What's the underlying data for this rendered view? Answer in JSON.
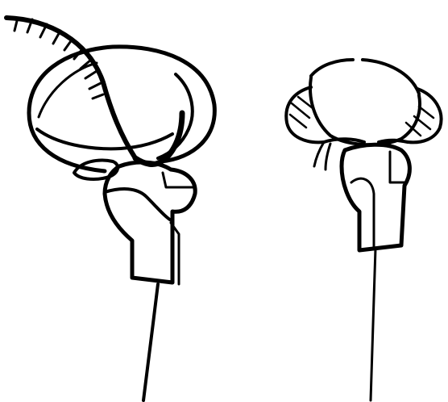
{
  "figure": {
    "background_color": "#ffffff",
    "ink_color": "#000000",
    "drawings": [
      {
        "id": "left",
        "parts": [
          "stalk",
          "cap",
          "cap-rim",
          "left-cap-lobe",
          "right-cap-lobe",
          "base-block",
          "hatched-arc"
        ]
      },
      {
        "id": "right",
        "parts": [
          "stalk",
          "cap",
          "left-cap-lobe",
          "right-cap-lobe",
          "base-block"
        ]
      }
    ]
  }
}
